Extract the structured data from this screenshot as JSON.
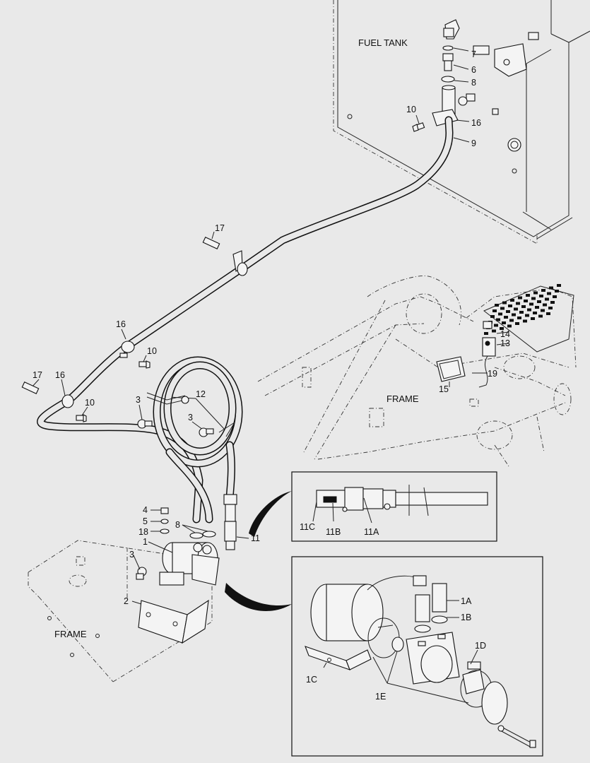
{
  "labels": {
    "fuel_tank": "FUEL TANK",
    "frame_right": "FRAME",
    "frame_left": "FRAME"
  },
  "callouts": [
    {
      "id": "c7",
      "text": "7"
    },
    {
      "id": "c6",
      "text": "6"
    },
    {
      "id": "c8a",
      "text": "8"
    },
    {
      "id": "c10a",
      "text": "10"
    },
    {
      "id": "c16a",
      "text": "16"
    },
    {
      "id": "c9",
      "text": "9"
    },
    {
      "id": "c17a",
      "text": "17"
    },
    {
      "id": "c16b",
      "text": "16"
    },
    {
      "id": "c10b",
      "text": "10"
    },
    {
      "id": "c17b",
      "text": "17"
    },
    {
      "id": "c16c",
      "text": "16"
    },
    {
      "id": "c10c",
      "text": "10"
    },
    {
      "id": "c3a",
      "text": "3"
    },
    {
      "id": "c12",
      "text": "12"
    },
    {
      "id": "c3b",
      "text": "3"
    },
    {
      "id": "c14",
      "text": "14"
    },
    {
      "id": "c13",
      "text": "13"
    },
    {
      "id": "c19",
      "text": "19"
    },
    {
      "id": "c15",
      "text": "15"
    },
    {
      "id": "c4",
      "text": "4"
    },
    {
      "id": "c5",
      "text": "5"
    },
    {
      "id": "c18",
      "text": "18"
    },
    {
      "id": "c8b",
      "text": "8"
    },
    {
      "id": "c1",
      "text": "1"
    },
    {
      "id": "c11",
      "text": "11"
    },
    {
      "id": "c3c",
      "text": "3"
    },
    {
      "id": "c2",
      "text": "2"
    },
    {
      "id": "c11c",
      "text": "11C"
    },
    {
      "id": "c11b",
      "text": "11B"
    },
    {
      "id": "c11a",
      "text": "11A"
    },
    {
      "id": "c1a",
      "text": "1A"
    },
    {
      "id": "c1b",
      "text": "1B"
    },
    {
      "id": "c1d",
      "text": "1D"
    },
    {
      "id": "c1c",
      "text": "1C"
    },
    {
      "id": "c1e",
      "text": "1E"
    }
  ]
}
